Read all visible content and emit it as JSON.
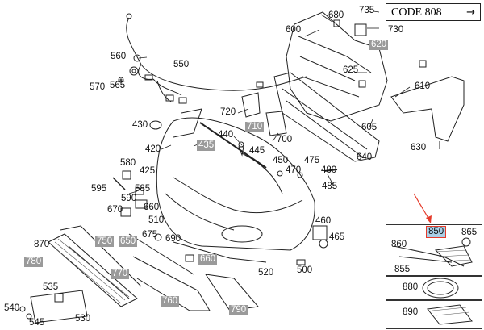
{
  "code_box": {
    "text": "CODE 808",
    "arrow": "→"
  },
  "labels": [
    {
      "id": "p735",
      "text": "735",
      "hl": false
    },
    {
      "id": "p680",
      "text": "680",
      "hl": false
    },
    {
      "id": "p600",
      "text": "600",
      "hl": false
    },
    {
      "id": "p730",
      "text": "730",
      "hl": false
    },
    {
      "id": "p620",
      "text": "620",
      "hl": true
    },
    {
      "id": "p560",
      "text": "560",
      "hl": false
    },
    {
      "id": "p550",
      "text": "550",
      "hl": false
    },
    {
      "id": "p625",
      "text": "625",
      "hl": false
    },
    {
      "id": "p570",
      "text": "570",
      "hl": false
    },
    {
      "id": "p565",
      "text": "565",
      "hl": false
    },
    {
      "id": "p610",
      "text": "610",
      "hl": false
    },
    {
      "id": "p720",
      "text": "720",
      "hl": false
    },
    {
      "id": "p710",
      "text": "710",
      "hl": true
    },
    {
      "id": "p430",
      "text": "430",
      "hl": false
    },
    {
      "id": "p440",
      "text": "440",
      "hl": false
    },
    {
      "id": "p605",
      "text": "605",
      "hl": false
    },
    {
      "id": "p700",
      "text": "700",
      "hl": false
    },
    {
      "id": "p435",
      "text": "435",
      "hl": true
    },
    {
      "id": "p420",
      "text": "420",
      "hl": false
    },
    {
      "id": "p445",
      "text": "445",
      "hl": false
    },
    {
      "id": "p640",
      "text": "640",
      "hl": false
    },
    {
      "id": "p630",
      "text": "630",
      "hl": false
    },
    {
      "id": "p580",
      "text": "580",
      "hl": false
    },
    {
      "id": "p450",
      "text": "450",
      "hl": false
    },
    {
      "id": "p475",
      "text": "475",
      "hl": false
    },
    {
      "id": "p425",
      "text": "425",
      "hl": false
    },
    {
      "id": "p470",
      "text": "470",
      "hl": false
    },
    {
      "id": "p480",
      "text": "480",
      "hl": false
    },
    {
      "id": "p595",
      "text": "595",
      "hl": false
    },
    {
      "id": "p585",
      "text": "585",
      "hl": false
    },
    {
      "id": "p485",
      "text": "485",
      "hl": false
    },
    {
      "id": "p590",
      "text": "590",
      "hl": false
    },
    {
      "id": "p670",
      "text": "670",
      "hl": false
    },
    {
      "id": "p660",
      "text": "660",
      "hl": false
    },
    {
      "id": "p510",
      "text": "510",
      "hl": false
    },
    {
      "id": "p460",
      "text": "460",
      "hl": false
    },
    {
      "id": "p675",
      "text": "675",
      "hl": false
    },
    {
      "id": "p690",
      "text": "690",
      "hl": false
    },
    {
      "id": "p465",
      "text": "465",
      "hl": false
    },
    {
      "id": "p870",
      "text": "870",
      "hl": false
    },
    {
      "id": "p750",
      "text": "750",
      "hl": true
    },
    {
      "id": "p650",
      "text": "650",
      "hl": true
    },
    {
      "id": "p780",
      "text": "780",
      "hl": true
    },
    {
      "id": "p660b",
      "text": "660",
      "hl": true
    },
    {
      "id": "p770",
      "text": "770",
      "hl": true
    },
    {
      "id": "p520",
      "text": "520",
      "hl": false
    },
    {
      "id": "p500",
      "text": "500",
      "hl": false
    },
    {
      "id": "p535",
      "text": "535",
      "hl": false
    },
    {
      "id": "p760",
      "text": "760",
      "hl": true
    },
    {
      "id": "p540",
      "text": "540",
      "hl": false
    },
    {
      "id": "p530",
      "text": "530",
      "hl": false
    },
    {
      "id": "p790",
      "text": "790",
      "hl": true
    },
    {
      "id": "p545",
      "text": "545",
      "hl": false
    },
    {
      "id": "p850",
      "text": "850",
      "hl": "blue"
    },
    {
      "id": "p865",
      "text": "865",
      "hl": false
    },
    {
      "id": "p860",
      "text": "860",
      "hl": false
    },
    {
      "id": "p855",
      "text": "855",
      "hl": false
    },
    {
      "id": "p880",
      "text": "880",
      "hl": false
    },
    {
      "id": "p890",
      "text": "890",
      "hl": false
    }
  ],
  "colors": {
    "highlight": "#9a9a9a",
    "selected": "#a9cfe6",
    "arrow": "#e53a2a",
    "line": "#222222"
  }
}
